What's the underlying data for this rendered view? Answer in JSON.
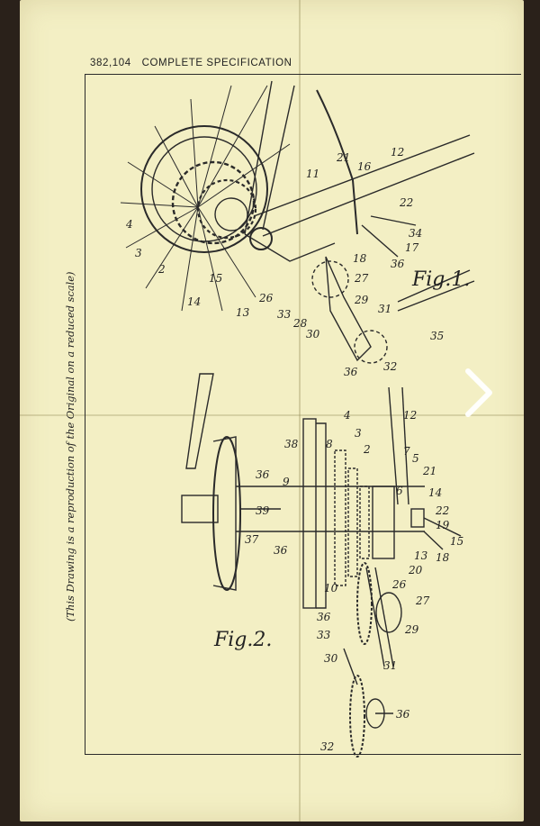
{
  "document": {
    "patent_number": "382,104",
    "header_title": "COMPLETE SPECIFICATION",
    "side_note": "(This Drawing is a reproduction of the Original on a reduced scale)",
    "figure_1_label": "Fig.1.",
    "figure_2_label": "Fig.2."
  },
  "fig1_labels": [
    "12",
    "21",
    "16",
    "11",
    "22",
    "4",
    "34",
    "17",
    "3",
    "18",
    "36",
    "2",
    "27",
    "15",
    "14",
    "26",
    "29",
    "13",
    "33",
    "28",
    "31",
    "30",
    "35",
    "32",
    "36"
  ],
  "fig2_labels": [
    "4",
    "12",
    "3",
    "38",
    "8",
    "2",
    "7",
    "5",
    "36",
    "9",
    "21",
    "6",
    "14",
    "22",
    "19",
    "39",
    "37",
    "15",
    "36",
    "13",
    "18",
    "20",
    "10",
    "26",
    "27",
    "36",
    "33",
    "29",
    "30",
    "31",
    "36",
    "32"
  ],
  "viewer": {
    "next_icon": "chevron-right-icon"
  }
}
